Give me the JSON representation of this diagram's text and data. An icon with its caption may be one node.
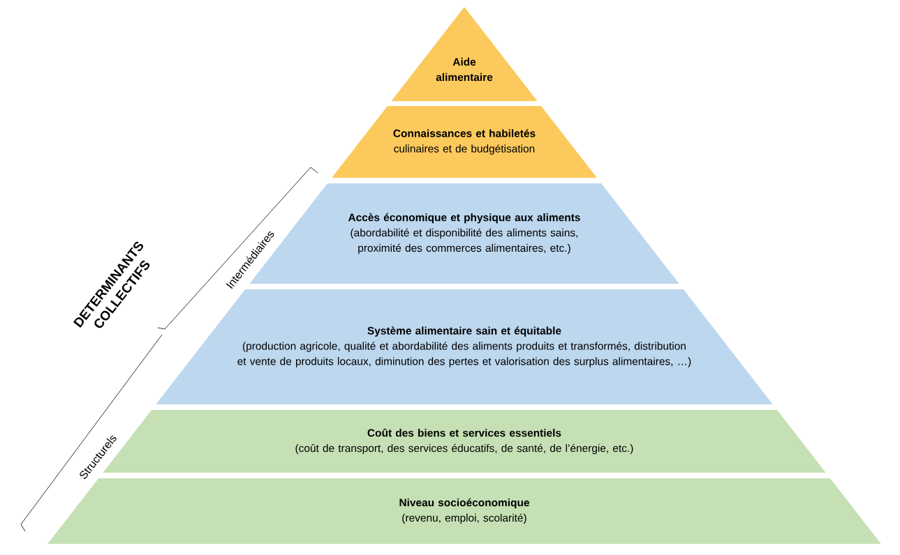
{
  "diagram": {
    "nodes": [
      {
        "text": [
          "Aide alimentaire"
        ]
      },
      {
        "text": [
          "Connaissances et habiletés",
          "culinaires et de budgétisation"
        ]
      },
      {
        "text": [
          "Accès économique et physique aux aliments",
          "(abordabilité et disponibilité des aliments sains, proximité des commerces alimentaires, etc.)"
        ]
      },
      {
        "text": [
          "Système alimentaire sain et équitable",
          "(production agricole, qualité et abordabilité des aliments produits et transformés, distribution et vente de produits locaux, diminution des pertes et valorisation des surplus alimentaires, …)"
        ]
      },
      {
        "text": [
          "Coût des biens et services essentiels",
          "(coût de transport, des services éducatifs, de santé, de l’énergie, etc.)"
        ]
      },
      {
        "text": [
          "Niveau socioéconomique",
          "(revenu, emploi, scolarité)"
        ]
      }
    ],
    "labels": [
      "DETERMINANTS COLLECTIFS",
      "Intermédiaires",
      "Structurels"
    ]
  }
}
